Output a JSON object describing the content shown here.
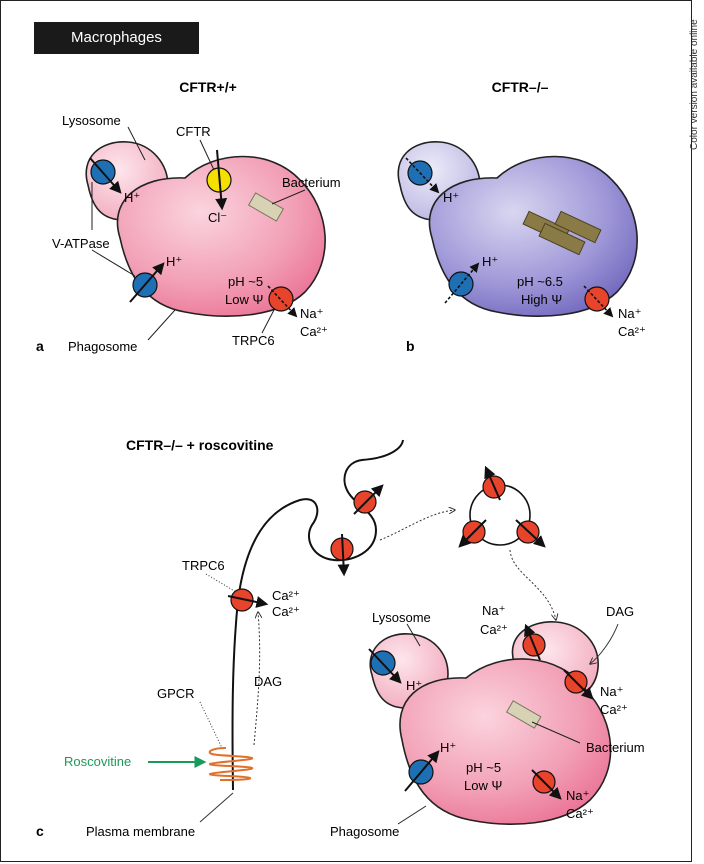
{
  "header": {
    "badge": "Macrophages",
    "side_note": "Color version available online"
  },
  "panel_a": {
    "title": "CFTR+/+",
    "letter": "a",
    "lysosome": "Lysosome",
    "cftr": "CFTR",
    "bacterium": "Bacterium",
    "vatpase": "V-ATPase",
    "h_lyso": "H⁺",
    "h_phago": "H⁺",
    "cl": "Cl⁻",
    "ph": "pH ~5",
    "psi": "Low Ψ",
    "na": "Na⁺",
    "ca": "Ca²⁺",
    "trpc6": "TRPC6",
    "phagosome": "Phagosome"
  },
  "panel_b": {
    "title": "CFTR–/–",
    "letter": "b",
    "h_lyso": "H⁺",
    "h_phago": "H⁺",
    "ph": "pH ~6.5",
    "psi": "High Ψ",
    "na": "Na⁺",
    "ca": "Ca²⁺"
  },
  "panel_c": {
    "title": "CFTR–/– + roscovitine",
    "letter": "c",
    "trpc6": "TRPC6",
    "ca1": "Ca²⁺",
    "ca2": "Ca²⁺",
    "dag_left": "DAG",
    "gpcr": "GPCR",
    "roscovitine": "Roscovitine",
    "plasma_membrane": "Plasma membrane",
    "lysosome": "Lysosome",
    "na_top": "Na⁺",
    "ca_top": "Ca²⁺",
    "dag_right": "DAG",
    "h_lyso": "H⁺",
    "na_right": "Na⁺",
    "ca_right": "Ca²⁺",
    "bacterium": "Bacterium",
    "h_phago": "H⁺",
    "ph": "pH ~5",
    "psi": "Low Ψ",
    "na_bottom": "Na⁺",
    "ca_bottom": "Ca²⁺",
    "phagosome": "Phagosome"
  },
  "colors": {
    "pink": "#ef7c9c",
    "purple": "#7a6fc2",
    "blue_pump": "#1f6fb4",
    "red_channel": "#e8432b",
    "yellow_cftr": "#f5e000",
    "green": "#1a9a5a",
    "orange": "#e0702a"
  }
}
